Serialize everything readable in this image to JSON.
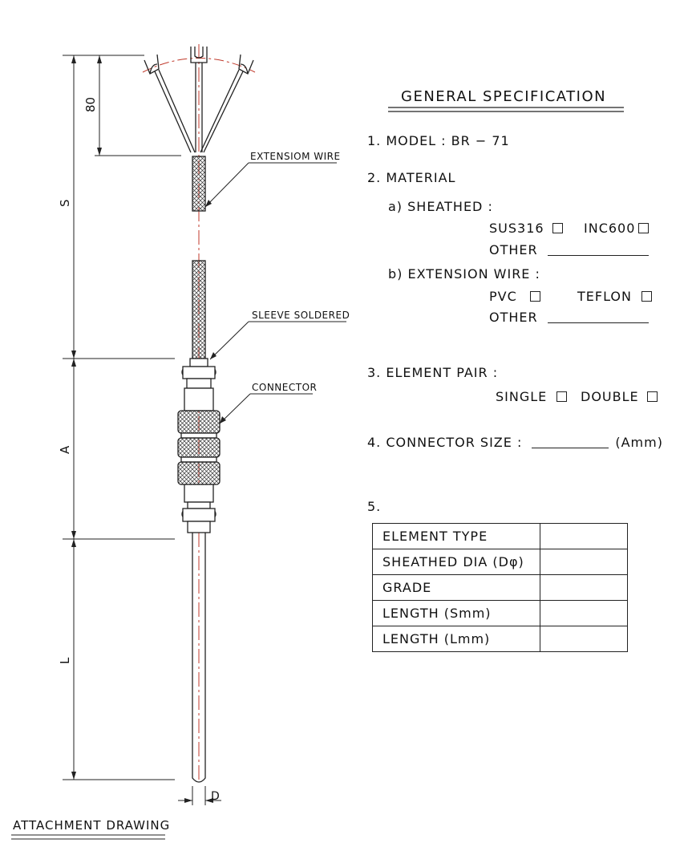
{
  "drawing": {
    "dim_80": "80",
    "dim_s": "S",
    "dim_a": "A",
    "dim_l": "L",
    "dim_d": "D",
    "callout_extension_wire": "EXTENSIOM WIRE",
    "callout_sleeve": "SLEEVE SOLDERED",
    "callout_connector": "CONNECTOR",
    "caption": "ATTACHMENT DRAWING"
  },
  "spec": {
    "title": "GENERAL SPECIFICATION",
    "model": "1. MODEL :  BR − 71",
    "material": "2. MATERIAL",
    "sheathed": "a)  SHEATHED :",
    "sus316": "SUS316",
    "inc600": "INC600",
    "other": "OTHER",
    "extension_wire": "b)  EXTENSION  WIRE :",
    "pvc": "PVC",
    "teflon": "TEFLON",
    "other2": "OTHER",
    "element_pair": "3. ELEMENT PAIR :",
    "single": "SINGLE",
    "double": "DOUBLE",
    "connector_size": "4. CONNECTOR SIZE :",
    "connector_unit": "(Amm)",
    "item5": "5.",
    "table_rows": [
      "ELEMENT  TYPE",
      "SHEATHED  DIA  (Dφ)",
      "GRADE",
      "LENGTH  (Smm)",
      "LENGTH  (Lmm)"
    ]
  }
}
